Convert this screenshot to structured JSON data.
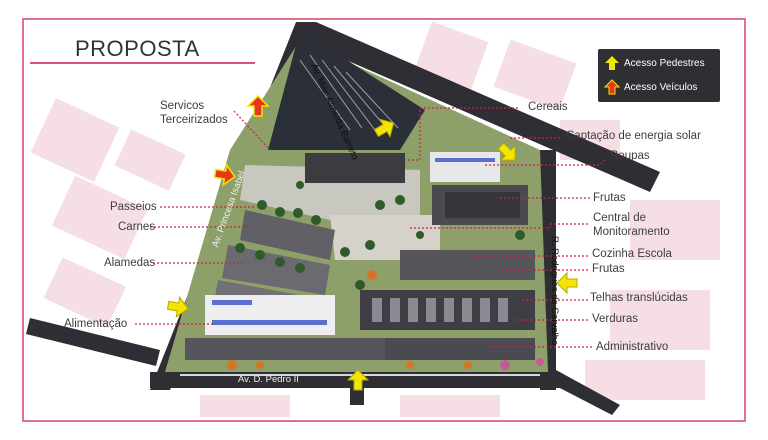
{
  "title": "PROPOSTA",
  "legend": {
    "pedestrian": "Acesso Pedestres",
    "vehicle": "Acesso Veículos"
  },
  "streets": {
    "top": "Av. Mar. Almeida Barreto",
    "left": "Av. Princesa Isabel",
    "right": "R. Rodrigues de Carvalho",
    "bottom": "Av. D. Pedro II"
  },
  "labels_left": {
    "servicos": "Servicos",
    "terceirizados": "Terceirizados",
    "passeios": "Passeios",
    "carnes": "Carnes",
    "alamedas": "Alamedas",
    "alimentacao": "Alimentação"
  },
  "labels_right": {
    "cereais": "Cereais",
    "captacao": "Captação de energia solar",
    "roupas": "Roupas",
    "frutas1": "Frutas",
    "central1": "Central de",
    "central2": "Monitoramento",
    "cozinha": "Cozinha Escola",
    "frutas2": "Frutas",
    "telhas": "Telhas translúcidas",
    "verduras": "Verduras",
    "administrativo": "Administrativo"
  },
  "colors": {
    "frame": "#e0708e",
    "leader": "#d11f4a",
    "pedestrian_arrow": "#f2e600",
    "vehicle_arrow": "#e8361b",
    "legend_bg": "#2f2f33"
  }
}
